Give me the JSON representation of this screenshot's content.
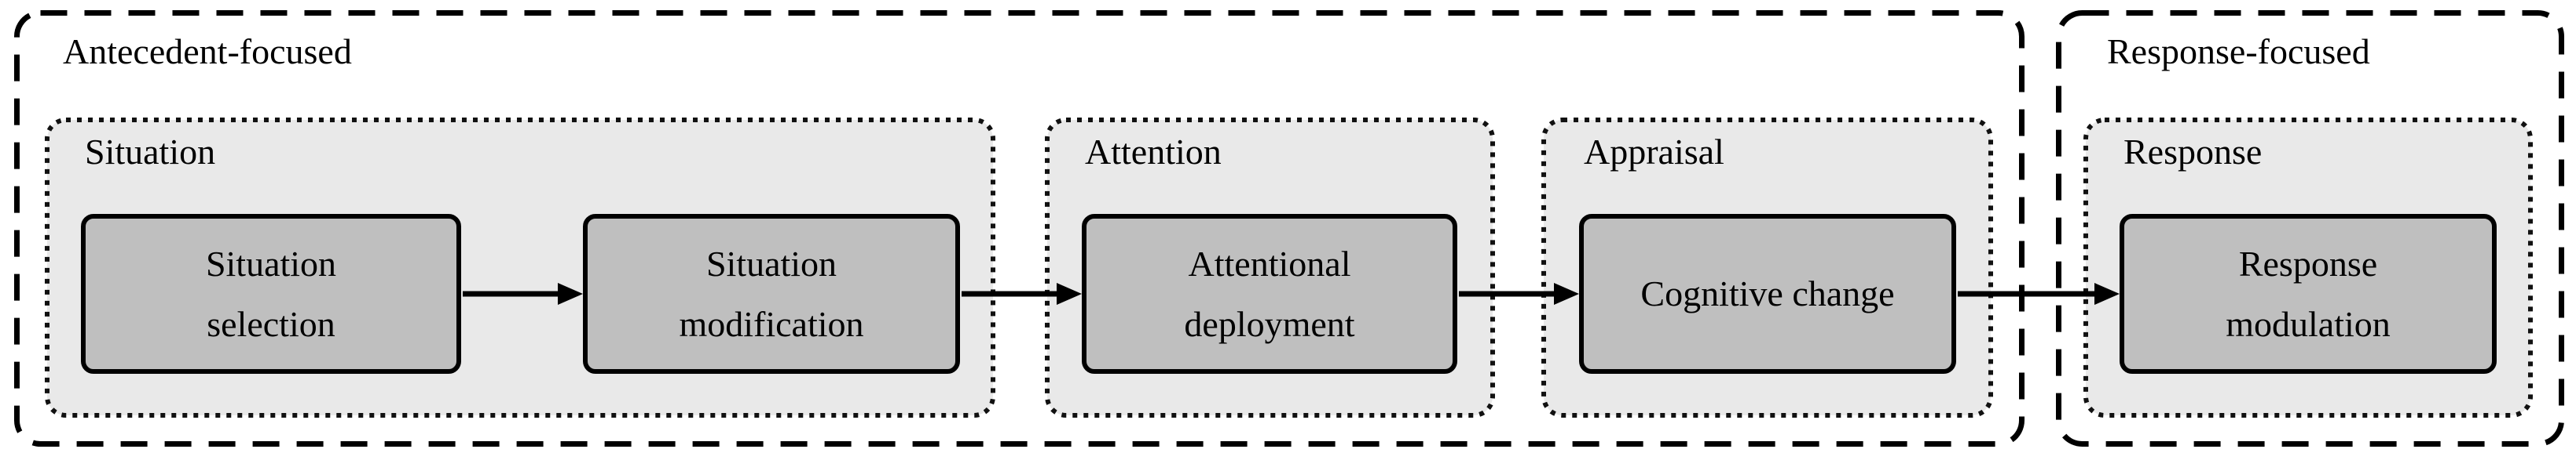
{
  "diagram": {
    "title_hidden": "",
    "outer_groups": [
      {
        "label": "Antecedent-focused"
      },
      {
        "label": "Response-focused"
      }
    ],
    "stages": [
      {
        "label": "Situation"
      },
      {
        "label": "Attention"
      },
      {
        "label": "Appraisal"
      },
      {
        "label": "Response"
      }
    ],
    "process_boxes": [
      {
        "label": "Situation\nselection"
      },
      {
        "label": "Situation\nmodification"
      },
      {
        "label": "Attentional\ndeployment"
      },
      {
        "label": "Cognitive change"
      },
      {
        "label": "Response\nmodulation"
      }
    ],
    "flow": [
      "Situation selection -> Situation modification",
      "Situation modification -> Attentional deployment",
      "Attentional deployment -> Cognitive change",
      "Cognitive change -> Response modulation"
    ],
    "colors": {
      "stage_fill": "#e9e9e9",
      "process_fill": "#bfbfbf",
      "line": "#000000",
      "background": "#ffffff"
    }
  }
}
